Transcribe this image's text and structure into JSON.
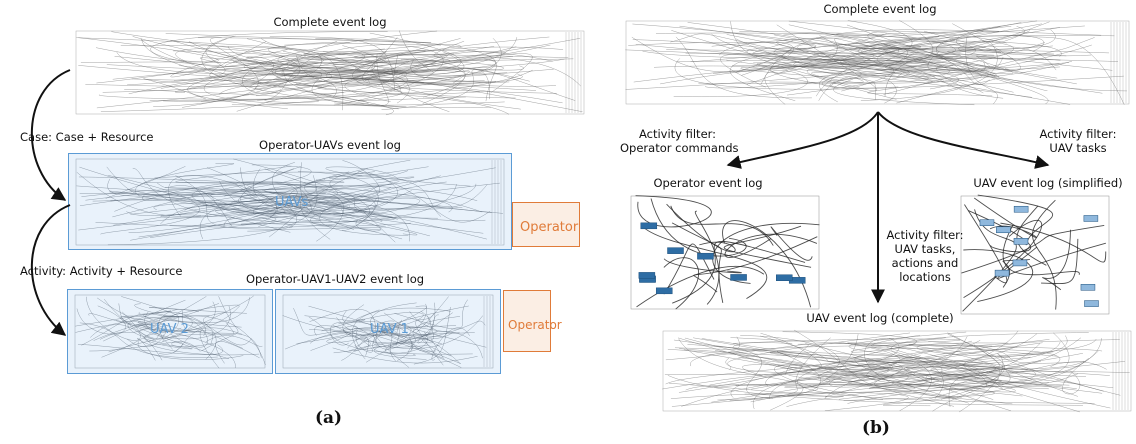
{
  "panel_a": {
    "title": "Complete event log",
    "arrow1_label": "Case: Case + Resource",
    "mid_title": "Operator-UAVs event log",
    "uavs_label": "UAVs",
    "operator_label": "Operator",
    "arrow2_label": "Activity: Activity + Resource",
    "bottom_title": "Operator-UAV1-UAV2 event log",
    "uav2_label": "UAV 2",
    "uav1_label": "UAV 1",
    "operator2_label": "Operator",
    "caption": "(a)"
  },
  "panel_b": {
    "title": "Complete event log",
    "left_filter": [
      "Activity filter:",
      "Operator commands"
    ],
    "right_filter": [
      "Activity filter:",
      "UAV tasks"
    ],
    "middle_filter": [
      "Activity filter:",
      "UAV tasks,",
      "actions and",
      "locations"
    ],
    "operator_log": "Operator event log",
    "uav_simplified": "UAV event log (simplified)",
    "uav_complete": "UAV event log (complete)",
    "caption": "(b)"
  },
  "colors": {
    "blue": "#5b9bd5",
    "blue_fill": "#e9f2fb",
    "orange": "#e07b39",
    "orange_fill": "#fbeee4",
    "node": "#2e6da4"
  }
}
